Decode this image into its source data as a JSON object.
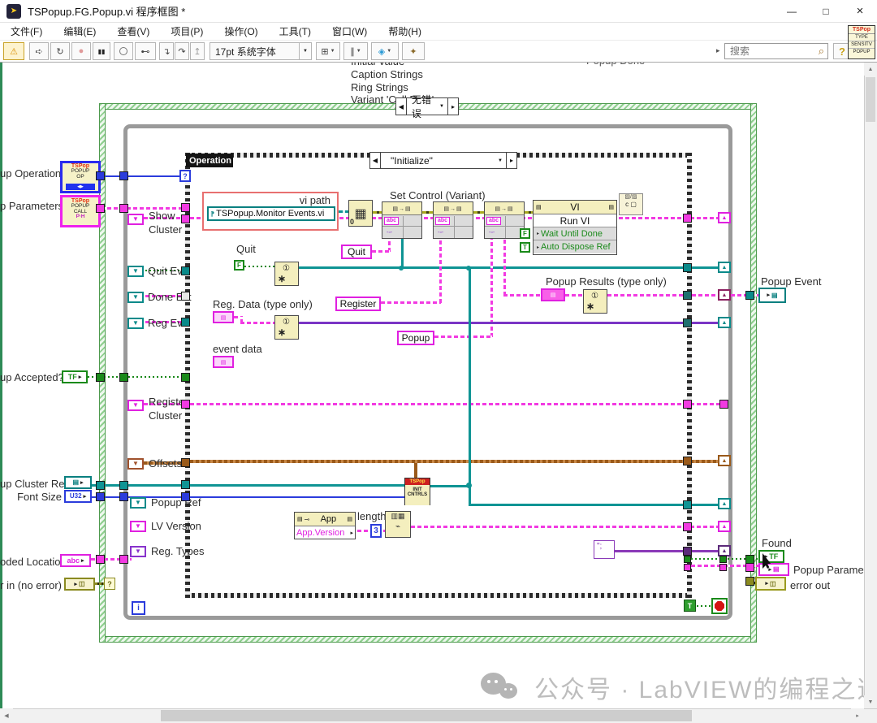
{
  "window": {
    "title": "TSPopup.FG.Popup.vi 程序框图 *",
    "menus": [
      "文件(F)",
      "编辑(E)",
      "查看(V)",
      "项目(P)",
      "操作(O)",
      "工具(T)",
      "窗口(W)",
      "帮助(H)"
    ]
  },
  "glyphs": {
    "app_logo": "➤",
    "minimize": "—",
    "maximize": "□",
    "close": "×",
    "warning": "⚠",
    "run": "➪",
    "run_continuous": "↻",
    "abort": "●",
    "pause": "▮▮",
    "retain_values": "⊷",
    "step_into": "↴",
    "step_over": "↷",
    "step_out": "↥",
    "dropdown": "▼",
    "align": "⊞",
    "distribute": "∥",
    "reorder": "◈",
    "cleanup": "✦",
    "search": "⌕",
    "search_expand": "▸",
    "up": "▲",
    "dn": "▼",
    "rt": "▸",
    "lt": "◀",
    "pages": "▤→▤",
    "page": "▤",
    "key": "⊸",
    "grid": "▦",
    "burst": "∗",
    "circle1": "①",
    "cast_top": "▨/▨",
    "cast_bottom": "c ▢",
    "subset_top": "▥▦",
    "subset_bottom": "⌁",
    "question": "?"
  },
  "toolbar": {
    "font_selector": "17pt 系统字体",
    "search_placeholder": "搜索",
    "help": "?"
  },
  "vi_icon": {
    "l1": "TSPop",
    "l2": "TYPE",
    "l3": "SENSITV",
    "l4": "POPUP"
  },
  "top_labels": {
    "initial_value": "Initial Value",
    "caption_strings": "Caption Strings",
    "ring_strings": "Ring Strings",
    "variant_call_data": "Variant 'Call Data'",
    "popup_done": "Popup Done"
  },
  "structures": {
    "error_case_selector": "无错误",
    "event_tag": "Operation",
    "event_selector": "\"Initialize\"",
    "loop_iterator": "i",
    "loop_true": "T"
  },
  "left_io": {
    "popup_operation": "up Operation",
    "popup_parameters": "p Parameters",
    "popup_accepted": "up Accepted?",
    "popup_cluster_ref": "up Cluster Ref",
    "font_size": "Font Size",
    "coded_location": "oded Location",
    "error_in": "r in (no error)",
    "tf": "TF",
    "u32": "U32",
    "abc": "abc"
  },
  "locals": {
    "show": "Show",
    "show2": "Cluster",
    "quit_evt": "Quit Evt",
    "done_evt": "Done Evt",
    "reg_evt": "Reg Evt",
    "register": "Register",
    "register2": "Cluster",
    "offsets": "Offsets",
    "popup_ref": "Popup Ref",
    "lv_version": "LV Version",
    "reg_types": "Reg. Types"
  },
  "icons_left": {
    "op_h": "TSPop",
    "op_1": "POPUP",
    "op_2": "OP",
    "call_h": "TSPop",
    "call_1": "POPUP",
    "call_2": "CALL",
    "call_3": "P∙H"
  },
  "nodes": {
    "vi_path": "vi path",
    "vi_path_value": "TSPopup.Monitor Events.vi",
    "zero": "0",
    "set_control": "Set Control (Variant)",
    "abc": "abc",
    "vi": "VI",
    "run_vi": "Run VI",
    "wait_until_done": "Wait Until Done",
    "auto_dispose_ref": "Auto Dispose Ref",
    "f": "F",
    "t": "T",
    "quit": "Quit",
    "quit_tag": "Quit",
    "register_tag": "Register",
    "popup_tag": "Popup",
    "reg_data": "Reg. Data (type only)",
    "event_data": "event data",
    "popup_results": "Popup Results (type only)",
    "init_h": "TSPop",
    "init_1": "INIT",
    "init_2": "CNTRLS",
    "app": "App",
    "app_version": "App.Version",
    "length": "length",
    "three": "3",
    "semicolon": "\";"
  },
  "right_io": {
    "popup_event": "Popup Event",
    "found": "Found",
    "popup_parameter": "Popup Parameter",
    "error_out": "error out"
  },
  "watermark": "公众号 · LabVIEW的编程之道"
}
